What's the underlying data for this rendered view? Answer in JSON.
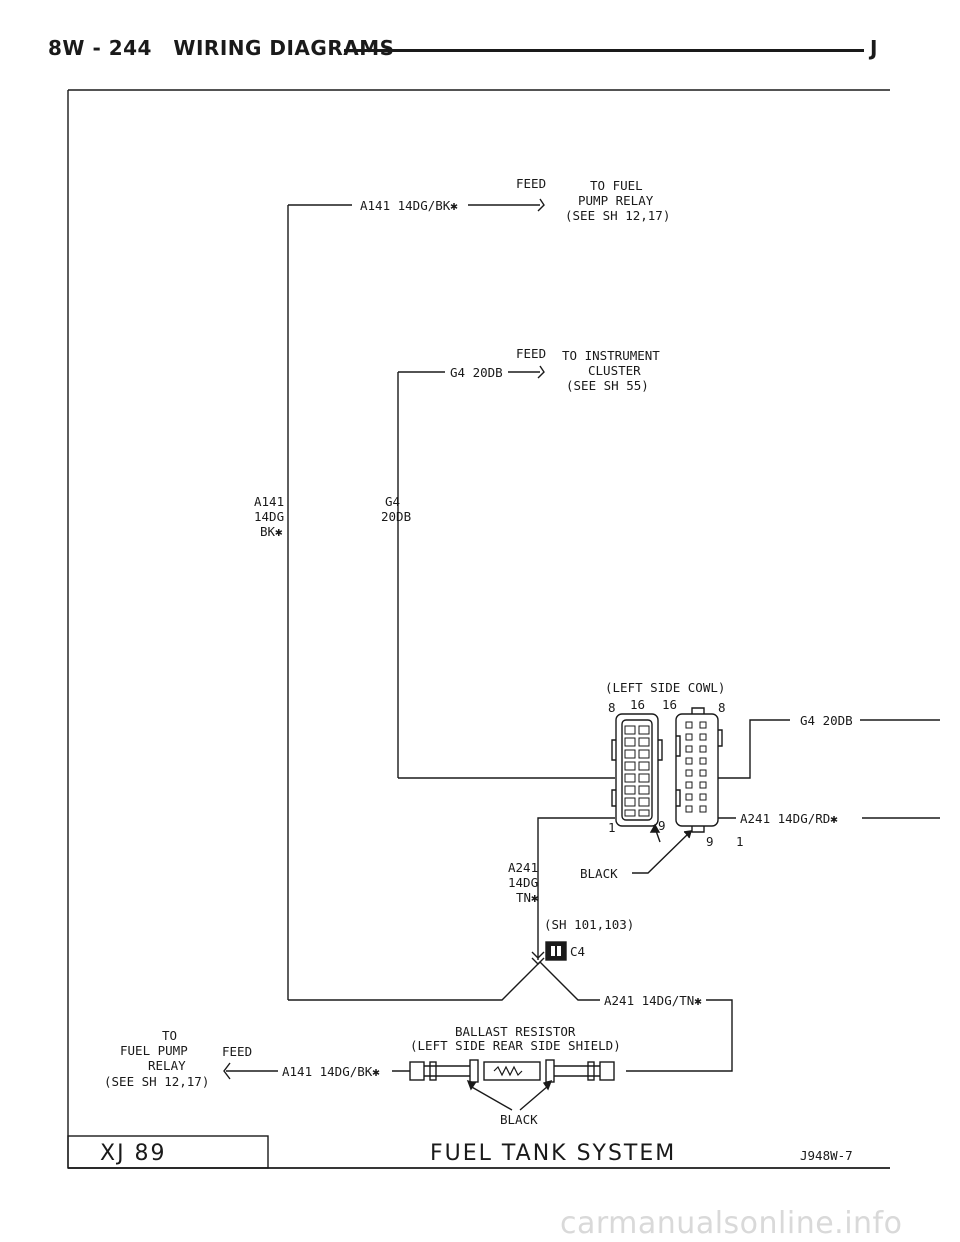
{
  "header": {
    "page": "8W - 244",
    "section": "WIRING DIAGRAMS",
    "edition": "J"
  },
  "footer": {
    "model_box": "XJ 89",
    "system_title": "FUEL TANK SYSTEM",
    "figure_code": "J948W-7"
  },
  "credit": "carmanualsonline.info",
  "wires": {
    "a141_top": "A141 14DG/BK✱",
    "g4_top": "G4 20DB",
    "g4_right": "G4 20DB",
    "a241_right": "A241 14DG/RD✱",
    "a241_bottom": "A241 14DG/TN✱",
    "a141_bottom": "A141 14DG/BK✱"
  },
  "feeds": {
    "fuel_pump_top": {
      "feed": "FEED",
      "lines": [
        "TO FUEL",
        "PUMP RELAY",
        "(SEE SH 12,17)"
      ]
    },
    "instrument": {
      "feed": "FEED",
      "lines": [
        "TO INSTRUMENT",
        "CLUSTER",
        "(SEE SH 55)"
      ]
    },
    "fuel_pump_bottom": {
      "feed": "FEED",
      "lines": [
        "TO",
        "FUEL PUMP",
        "RELAY",
        "(SEE SH 12,17)"
      ]
    }
  },
  "vertical_labels": {
    "a141": [
      "A141",
      "14DG",
      "BK✱"
    ],
    "g4": [
      "G4",
      "20DB"
    ],
    "a241": [
      "A241",
      "14DG",
      "TN✱"
    ]
  },
  "connector": {
    "location": "(LEFT SIDE COWL)",
    "pin_top_left": "8",
    "pin_top_mid1": "16",
    "pin_top_mid2": "16",
    "pin_top_right": "8",
    "pin_bottom_left1": "1",
    "pin_bottom_left2": "9",
    "pin_bottom_right1": "9",
    "pin_bottom_right2": "1",
    "color": "BLACK"
  },
  "splice": {
    "reference": "(SH 101,103)",
    "id": "C4"
  },
  "resistor": {
    "name": "BALLAST RESISTOR",
    "location": "(LEFT SIDE REAR SIDE SHIELD)",
    "color": "BLACK"
  }
}
